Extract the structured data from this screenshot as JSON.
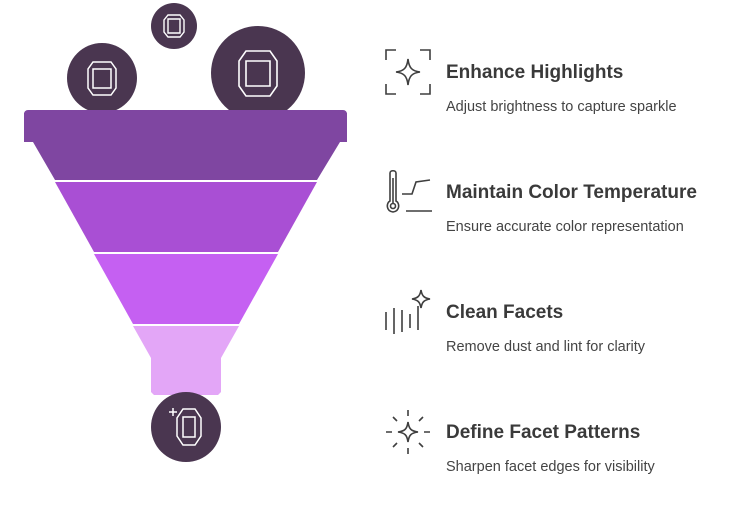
{
  "colors": {
    "circle": "#4a3650",
    "funnel_top": "#7f46a1",
    "funnel_band2": "#a94fd4",
    "funnel_band3": "#c560f2",
    "funnel_band4": "#e3a6f7",
    "stroke": "#3f3f3f"
  },
  "funnel": {
    "bands": 4,
    "input_icons": [
      "gem-icon",
      "gem-icon",
      "gem-icon"
    ],
    "output_icon": "sparkling-gem-icon"
  },
  "steps": [
    {
      "icon": "focus-sparkle-icon",
      "title": "Enhance Highlights",
      "desc": "Adjust brightness to capture sparkle"
    },
    {
      "icon": "thermometer-icon",
      "title": "Maintain Color Temperature",
      "desc": "Ensure accurate color representation"
    },
    {
      "icon": "clean-lines-icon",
      "title": "Clean Facets",
      "desc": "Remove dust and lint for clarity"
    },
    {
      "icon": "sparkle-burst-icon",
      "title": "Define Facet Patterns",
      "desc": "Sharpen facet edges for visibility"
    }
  ]
}
